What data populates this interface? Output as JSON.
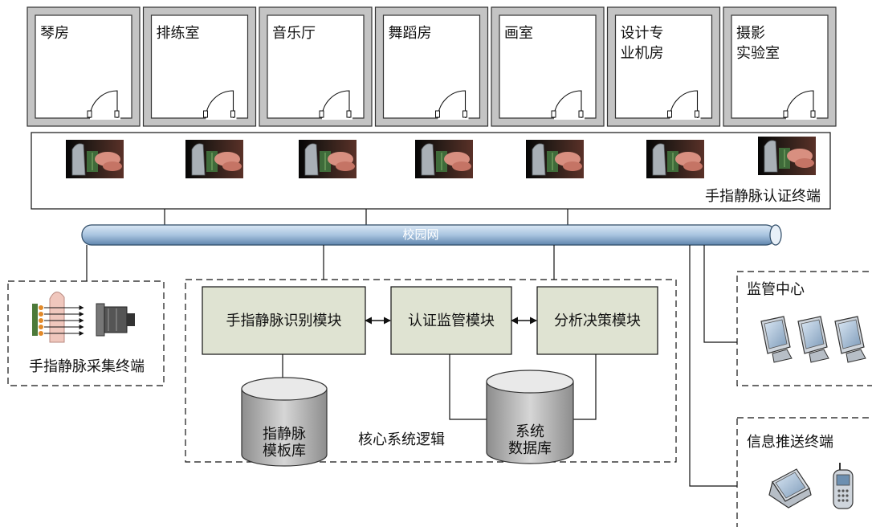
{
  "rooms": [
    "琴房",
    "排练室",
    "音乐厅",
    "舞蹈房",
    "画室",
    "设计专\n业机房",
    "摄影\n实验室"
  ],
  "terminals_label": "手指静脉认证终端",
  "network_label": "校园网",
  "collector": {
    "label": "手指静脉采集终端"
  },
  "core": {
    "label": "核心系统逻辑",
    "modules": [
      "手指静脉识别模块",
      "认证监管模块",
      "分析决策模块"
    ],
    "databases": [
      "指静脉\n模板库",
      "系统\n数据库"
    ]
  },
  "monitor_center": {
    "label": "监管中心"
  },
  "push_terminal": {
    "label": "信息推送终端"
  },
  "colors": {
    "room_fill": "#c4c4c4",
    "module_fill": "#dfe3d2",
    "network_fill": "#a9c4e0",
    "db_fill": "#c9c9c9"
  }
}
